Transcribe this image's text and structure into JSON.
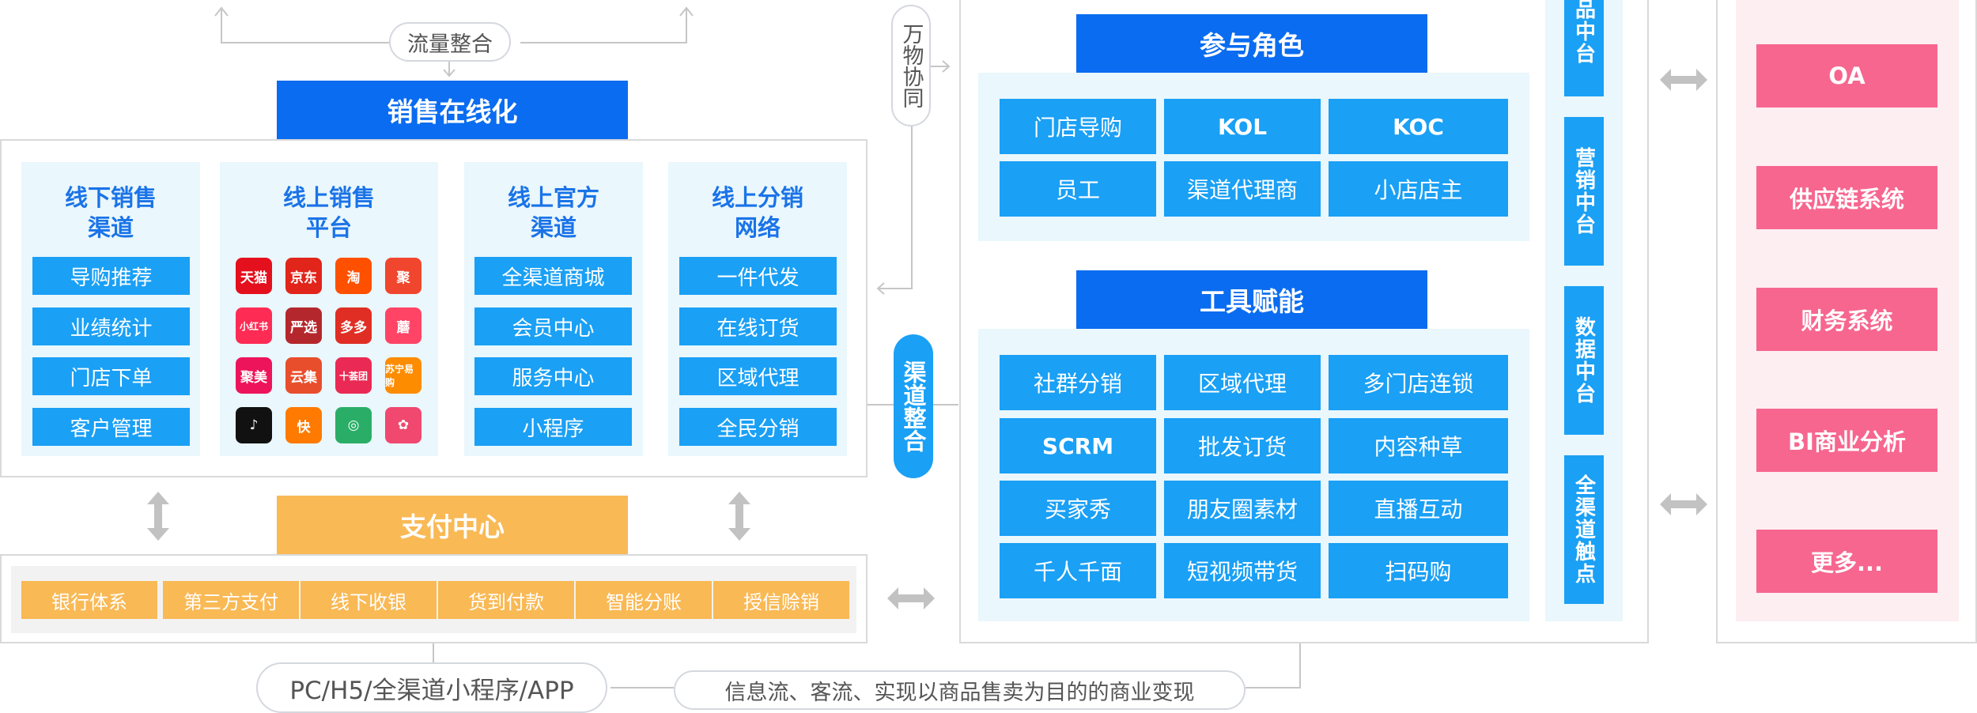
{
  "top_flow": {
    "traffic_label": "流量整合",
    "collab_label": "万物协同",
    "channel_label": "渠道整合"
  },
  "sales": {
    "title": "销售在线化",
    "columns": [
      {
        "title_line1": "线下销售",
        "title_line2": "渠道",
        "items": [
          "导购推荐",
          "业绩统计",
          "门店下单",
          "客户管理"
        ]
      },
      {
        "title_line1": "线上销售",
        "title_line2": "平台"
      },
      {
        "title_line1": "线上官方",
        "title_line2": "渠道",
        "items": [
          "全渠道商城",
          "会员中心",
          "服务中心",
          "小程序"
        ]
      },
      {
        "title_line1": "线上分销",
        "title_line2": "网络",
        "items": [
          "一件代发",
          "在线订货",
          "区域代理",
          "全民分销"
        ]
      }
    ],
    "platform_logos": [
      {
        "icon": "tmall-logo",
        "text": "天猫",
        "color": "#e4101d"
      },
      {
        "icon": "jd-logo",
        "text": "京东",
        "color": "#e1251b"
      },
      {
        "icon": "taobao-logo",
        "text": "淘",
        "color": "#ff5000"
      },
      {
        "icon": "juhuasuan-logo",
        "text": "聚",
        "color": "#f0462d"
      },
      {
        "icon": "xiaohongshu-logo",
        "text": "小红书",
        "color": "#fe2c55"
      },
      {
        "icon": "yanxuan-logo",
        "text": "严选",
        "color": "#b4282d"
      },
      {
        "icon": "pinduoduo-logo",
        "text": "多多",
        "color": "#e02e24"
      },
      {
        "icon": "mogujie-logo",
        "text": "蘑",
        "color": "#ff4466"
      },
      {
        "icon": "jumei-logo",
        "text": "聚美",
        "color": "#ed145b"
      },
      {
        "icon": "yunji-logo",
        "text": "云集",
        "color": "#e94e2c"
      },
      {
        "icon": "meituan-logo",
        "text": "十荟团",
        "color": "#ea2a54"
      },
      {
        "icon": "suning-logo",
        "text": "苏宁易购",
        "color": "#fe8c00"
      },
      {
        "icon": "douyin-logo",
        "text": "♪",
        "color": "#111111"
      },
      {
        "icon": "kuaishou-logo",
        "text": "快",
        "color": "#ff7a00"
      },
      {
        "icon": "wechat-mini-logo",
        "text": "◎",
        "color": "#2aae67"
      },
      {
        "icon": "flower-logo",
        "text": "✿",
        "color": "#f0486e"
      }
    ]
  },
  "payment": {
    "title": "支付中心",
    "items": [
      "银行体系",
      "第三方支付",
      "线下收银",
      "货到付款",
      "智能分账",
      "授信赊销"
    ]
  },
  "bottom": {
    "platforms_label": "PC/H5/全渠道小程序/APP",
    "flow_label": "信息流、客流、实现以商品售卖为目的的商业变现"
  },
  "roles": {
    "title": "参与角色",
    "items": [
      "门店导购",
      "KOL",
      "KOC",
      "员工",
      "渠道代理商",
      "小店店主"
    ]
  },
  "tools": {
    "title": "工具赋能",
    "items": [
      "社群分销",
      "区域代理",
      "多门店连锁",
      "SCRM",
      "批发订货",
      "内容种草",
      "买家秀",
      "朋友圈素材",
      "直播互动",
      "千人千面",
      "短视频带货",
      "扫码购"
    ]
  },
  "middle_platforms": [
    "品中台",
    "营销中台",
    "数据中台",
    "全渠道触点"
  ],
  "systems": [
    "OA",
    "供应链系统",
    "财务系统",
    "BI商业分析",
    "更多..."
  ]
}
